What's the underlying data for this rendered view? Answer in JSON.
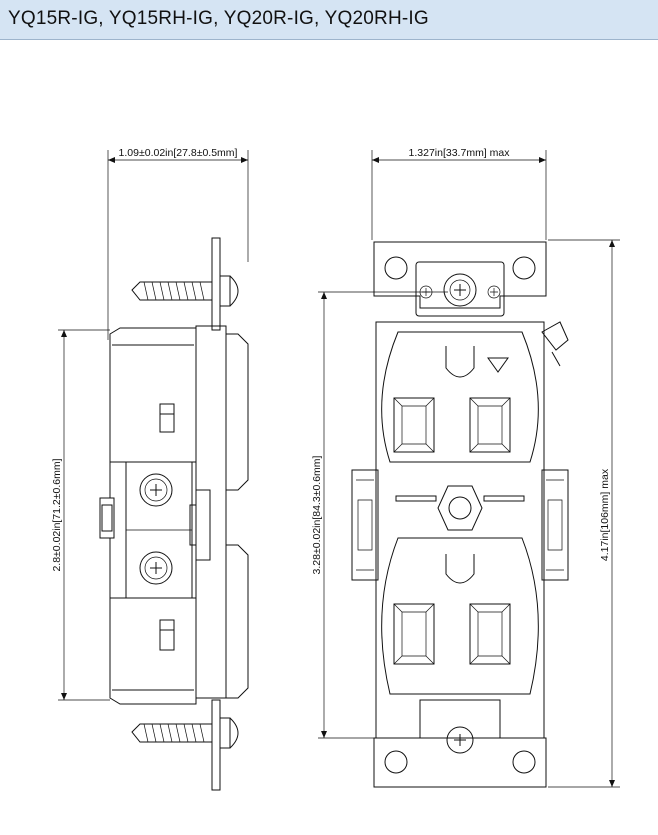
{
  "header": {
    "title": "YQ15R-IG, YQ15RH-IG, YQ20R-IG, YQ20RH-IG",
    "background": "#d5e4f3"
  },
  "side_view": {
    "width_dim": "1.09±0.02in[27.8±0.5mm]",
    "height_dim": "2.8±0.02in[71.2±0.6mm]"
  },
  "front_view": {
    "width_dim": "1.327in[33.7mm] max",
    "body_height_dim": "3.28±0.02in[84.3±0.6mm]",
    "overall_height_dim": "4.17in[106mm] max"
  }
}
